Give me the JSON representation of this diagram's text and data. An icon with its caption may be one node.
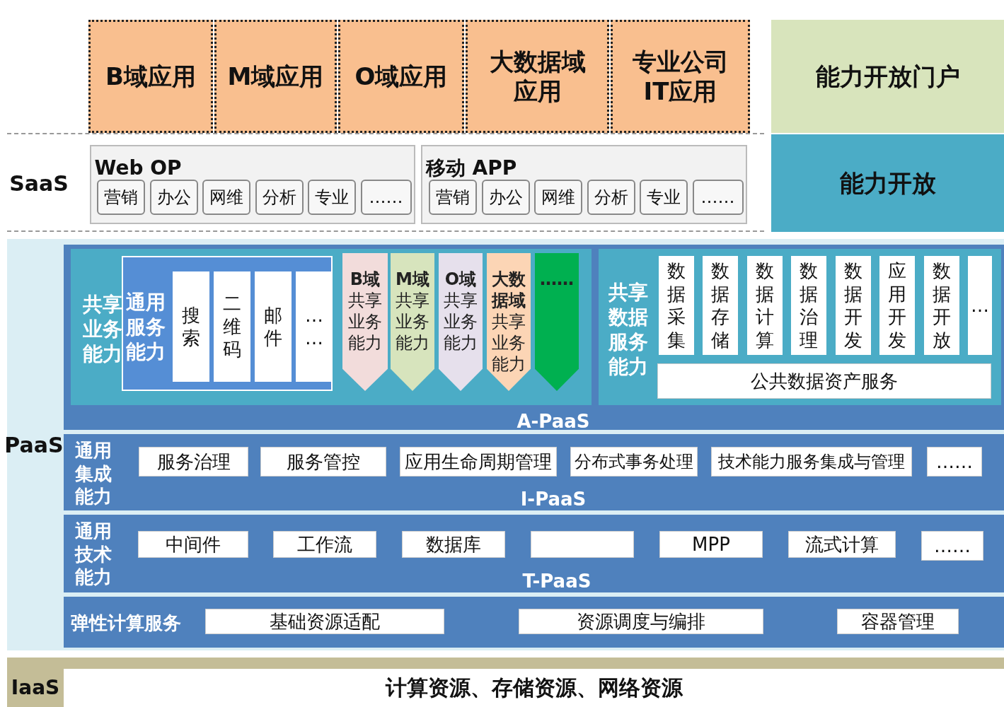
{
  "diagram": {
    "nodes": [
      {
        "text": [
          "B域应用"
        ]
      },
      {
        "text": [
          "M域应用"
        ]
      },
      {
        "text": [
          "O域应用"
        ]
      },
      {
        "text": [
          "大数据域应用"
        ]
      },
      {
        "text": [
          "专业公司IT应用"
        ]
      },
      {
        "text": [
          "能力开放门户"
        ]
      },
      {
        "text": [
          "SaaS"
        ]
      },
      {
        "text": [
          "Web OP"
        ],
        "in": 6
      },
      {
        "text": [
          "营销"
        ],
        "in": 7
      },
      {
        "text": [
          "办公"
        ],
        "in": 7
      },
      {
        "text": [
          "网维"
        ],
        "in": 7
      },
      {
        "text": [
          "分析"
        ],
        "in": 7
      },
      {
        "text": [
          "专业"
        ],
        "in": 7
      },
      {
        "text": [
          "……"
        ],
        "in": 7
      },
      {
        "text": [
          "移动 APP"
        ],
        "in": 6
      },
      {
        "text": [
          "营销"
        ],
        "in": 14
      },
      {
        "text": [
          "办公"
        ],
        "in": 14
      },
      {
        "text": [
          "网维"
        ],
        "in": 14
      },
      {
        "text": [
          "分析"
        ],
        "in": 14
      },
      {
        "text": [
          "专业"
        ],
        "in": 14
      },
      {
        "text": [
          "……"
        ],
        "in": 14
      },
      {
        "text": [
          "能力开放"
        ]
      },
      {
        "text": [
          "PaaS"
        ]
      },
      {
        "text": [
          "A-PaaS"
        ],
        "in": 22
      },
      {
        "text": [
          "共享业务能力"
        ],
        "in": 23
      },
      {
        "text": [
          "通用服务能力"
        ],
        "in": 24
      },
      {
        "text": [
          "搜索"
        ],
        "in": 25
      },
      {
        "text": [
          "二维码"
        ],
        "in": 25
      },
      {
        "text": [
          "邮件"
        ],
        "in": 25
      },
      {
        "text": [
          "……"
        ],
        "in": 25
      },
      {
        "text": [
          "B域",
          "共享业务能力"
        ],
        "in": 24
      },
      {
        "text": [
          "M域",
          "共享业务能力"
        ],
        "in": 24
      },
      {
        "text": [
          "O域",
          "共享业务能力"
        ],
        "in": 24
      },
      {
        "text": [
          "大数据域",
          "共享业务能力"
        ],
        "in": 24
      },
      {
        "text": [
          "……"
        ],
        "in": 24
      },
      {
        "text": [
          "共享数据服务能力"
        ],
        "in": 23
      },
      {
        "text": [
          "数据采集"
        ],
        "in": 35
      },
      {
        "text": [
          "数据存储"
        ],
        "in": 35
      },
      {
        "text": [
          "数据计算"
        ],
        "in": 35
      },
      {
        "text": [
          "数据治理"
        ],
        "in": 35
      },
      {
        "text": [
          "数据开发"
        ],
        "in": 35
      },
      {
        "text": [
          "应用开发"
        ],
        "in": 35
      },
      {
        "text": [
          "数据开放"
        ],
        "in": 35
      },
      {
        "text": [
          "…"
        ],
        "in": 35
      },
      {
        "text": [
          "公共数据资产服务"
        ],
        "in": 35
      },
      {
        "text": [
          "通用集成能力",
          "I-PaaS"
        ],
        "in": 22
      },
      {
        "text": [
          "服务治理"
        ],
        "in": 45
      },
      {
        "text": [
          "服务管控"
        ],
        "in": 45
      },
      {
        "text": [
          "应用生命周期管理"
        ],
        "in": 45
      },
      {
        "text": [
          "分布式事务处理"
        ],
        "in": 45
      },
      {
        "text": [
          "技术能力服务集成与管理"
        ],
        "in": 45
      },
      {
        "text": [
          "……"
        ],
        "in": 45
      },
      {
        "text": [
          "通用技术能力",
          "T-PaaS"
        ],
        "in": 22
      },
      {
        "text": [
          "中间件"
        ],
        "in": 52
      },
      {
        "text": [
          "工作流"
        ],
        "in": 52
      },
      {
        "text": [
          "数据库"
        ],
        "in": 52
      },
      {
        "text": [],
        "shape": "box",
        "in": 52
      },
      {
        "text": [
          "MPP"
        ],
        "in": 52
      },
      {
        "text": [
          "流式计算"
        ],
        "in": 52
      },
      {
        "text": [
          "……"
        ],
        "in": 52
      },
      {
        "text": [
          "弹性计算服务"
        ],
        "in": 22
      },
      {
        "text": [
          "基础资源适配"
        ],
        "in": 60
      },
      {
        "text": [
          "资源调度与编排"
        ],
        "in": 60
      },
      {
        "text": [
          "容器管理"
        ],
        "in": 60
      },
      {
        "text": [
          "IaaS"
        ]
      },
      {
        "text": [
          "计算资源、存储资源、网络资源"
        ],
        "in": 64
      }
    ]
  }
}
